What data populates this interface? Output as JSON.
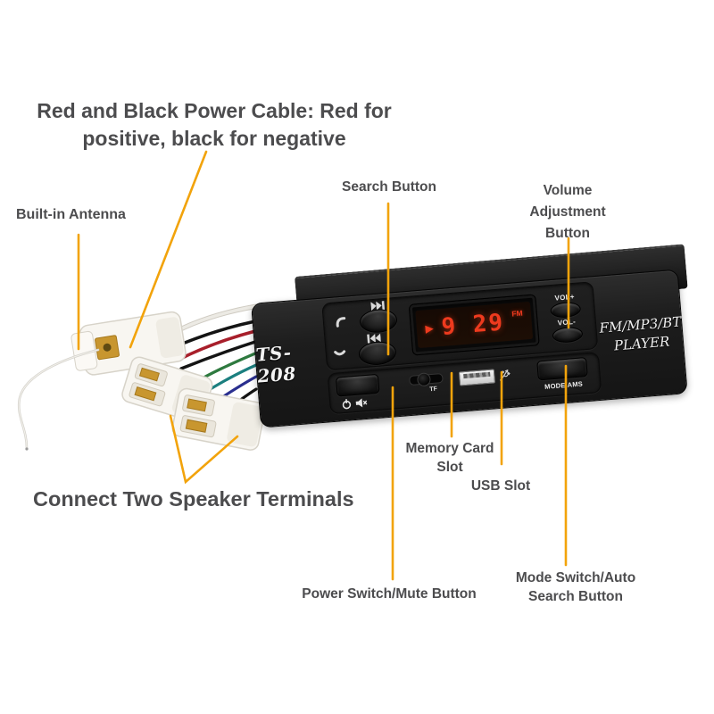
{
  "page": {
    "background": "#FFFFFF",
    "accent": "#F2A30B",
    "label_color": "#4C4C4E"
  },
  "annotations": {
    "power_cable": {
      "lines": [
        "Red and Black Power Cable: Red for",
        "positive, black for negative"
      ]
    },
    "antenna": {
      "label": "Built-in Antenna"
    },
    "search": {
      "label": "Search Button"
    },
    "volume": {
      "lines": [
        "Volume",
        "Adjustment",
        "Button"
      ]
    },
    "memory_card": {
      "lines": [
        "Memory Card",
        "Slot"
      ]
    },
    "usb": {
      "label": "USB Slot"
    },
    "speakers": {
      "label": "Connect Two Speaker Terminals"
    },
    "power_switch": {
      "label": "Power Switch/Mute Button"
    },
    "mode": {
      "lines": [
        "Mode Switch/Auto",
        "Search Button"
      ]
    }
  },
  "device": {
    "model": "TS-208",
    "type_lines": [
      "FM/MP3/BT",
      "PLAYER"
    ],
    "display": {
      "play_symbol": "▶",
      "value": "9 29",
      "band": "FM",
      "led_color": "#EE3A1E"
    },
    "controls": {
      "vol_up": "VOL+",
      "vol_down": "VOL-",
      "mode": "MODE/AMS",
      "tf": "TF"
    },
    "icons": {
      "call_answer": "handset-tilted",
      "call_end": "handset-down",
      "next_track": "double-triangle-bar",
      "prev_track": "bar-double-triangle",
      "power": "power-symbol",
      "mute": "speaker-crossed",
      "usb": "usb-trident"
    }
  }
}
